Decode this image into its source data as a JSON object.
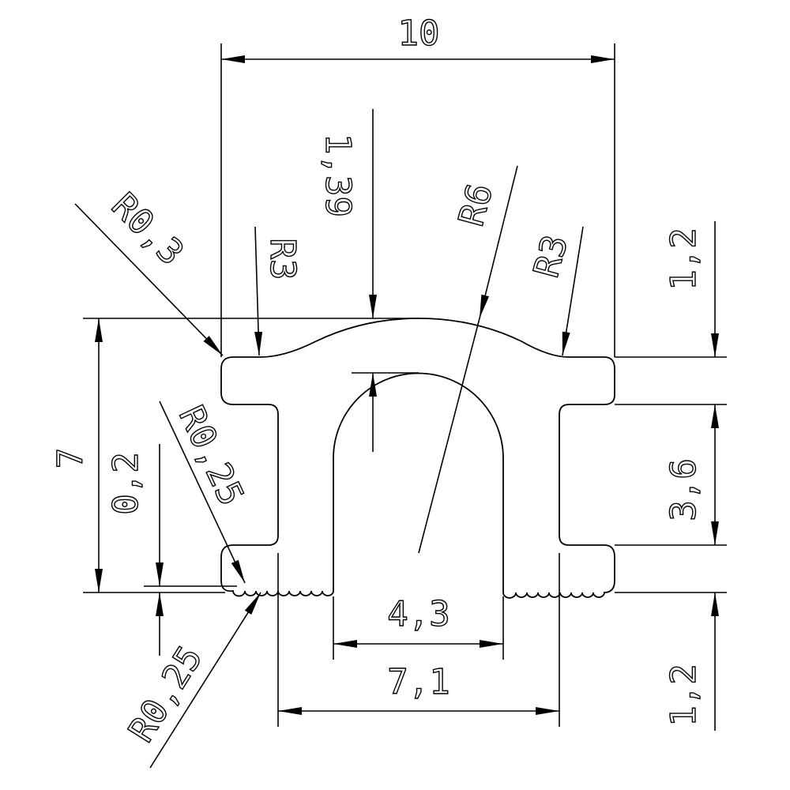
{
  "drawing": {
    "title": "Profile cross-section",
    "dimensions": {
      "overall_width": "10",
      "top_radius_corner": "R0,3",
      "left_transition_radius": "R3",
      "crown_height": "1,39",
      "crown_radius": "R6",
      "right_transition_radius": "R3",
      "top_flange_thickness": "1,2",
      "overall_height": "7",
      "gap_offset": "0,2",
      "upper_foot_radius": "R0,25",
      "lower_foot_radius": "R0,25",
      "slot_height": "3,6",
      "slot_width": "4,3",
      "stem_width": "7,1",
      "bottom_flange_thickness": "1,2"
    }
  }
}
